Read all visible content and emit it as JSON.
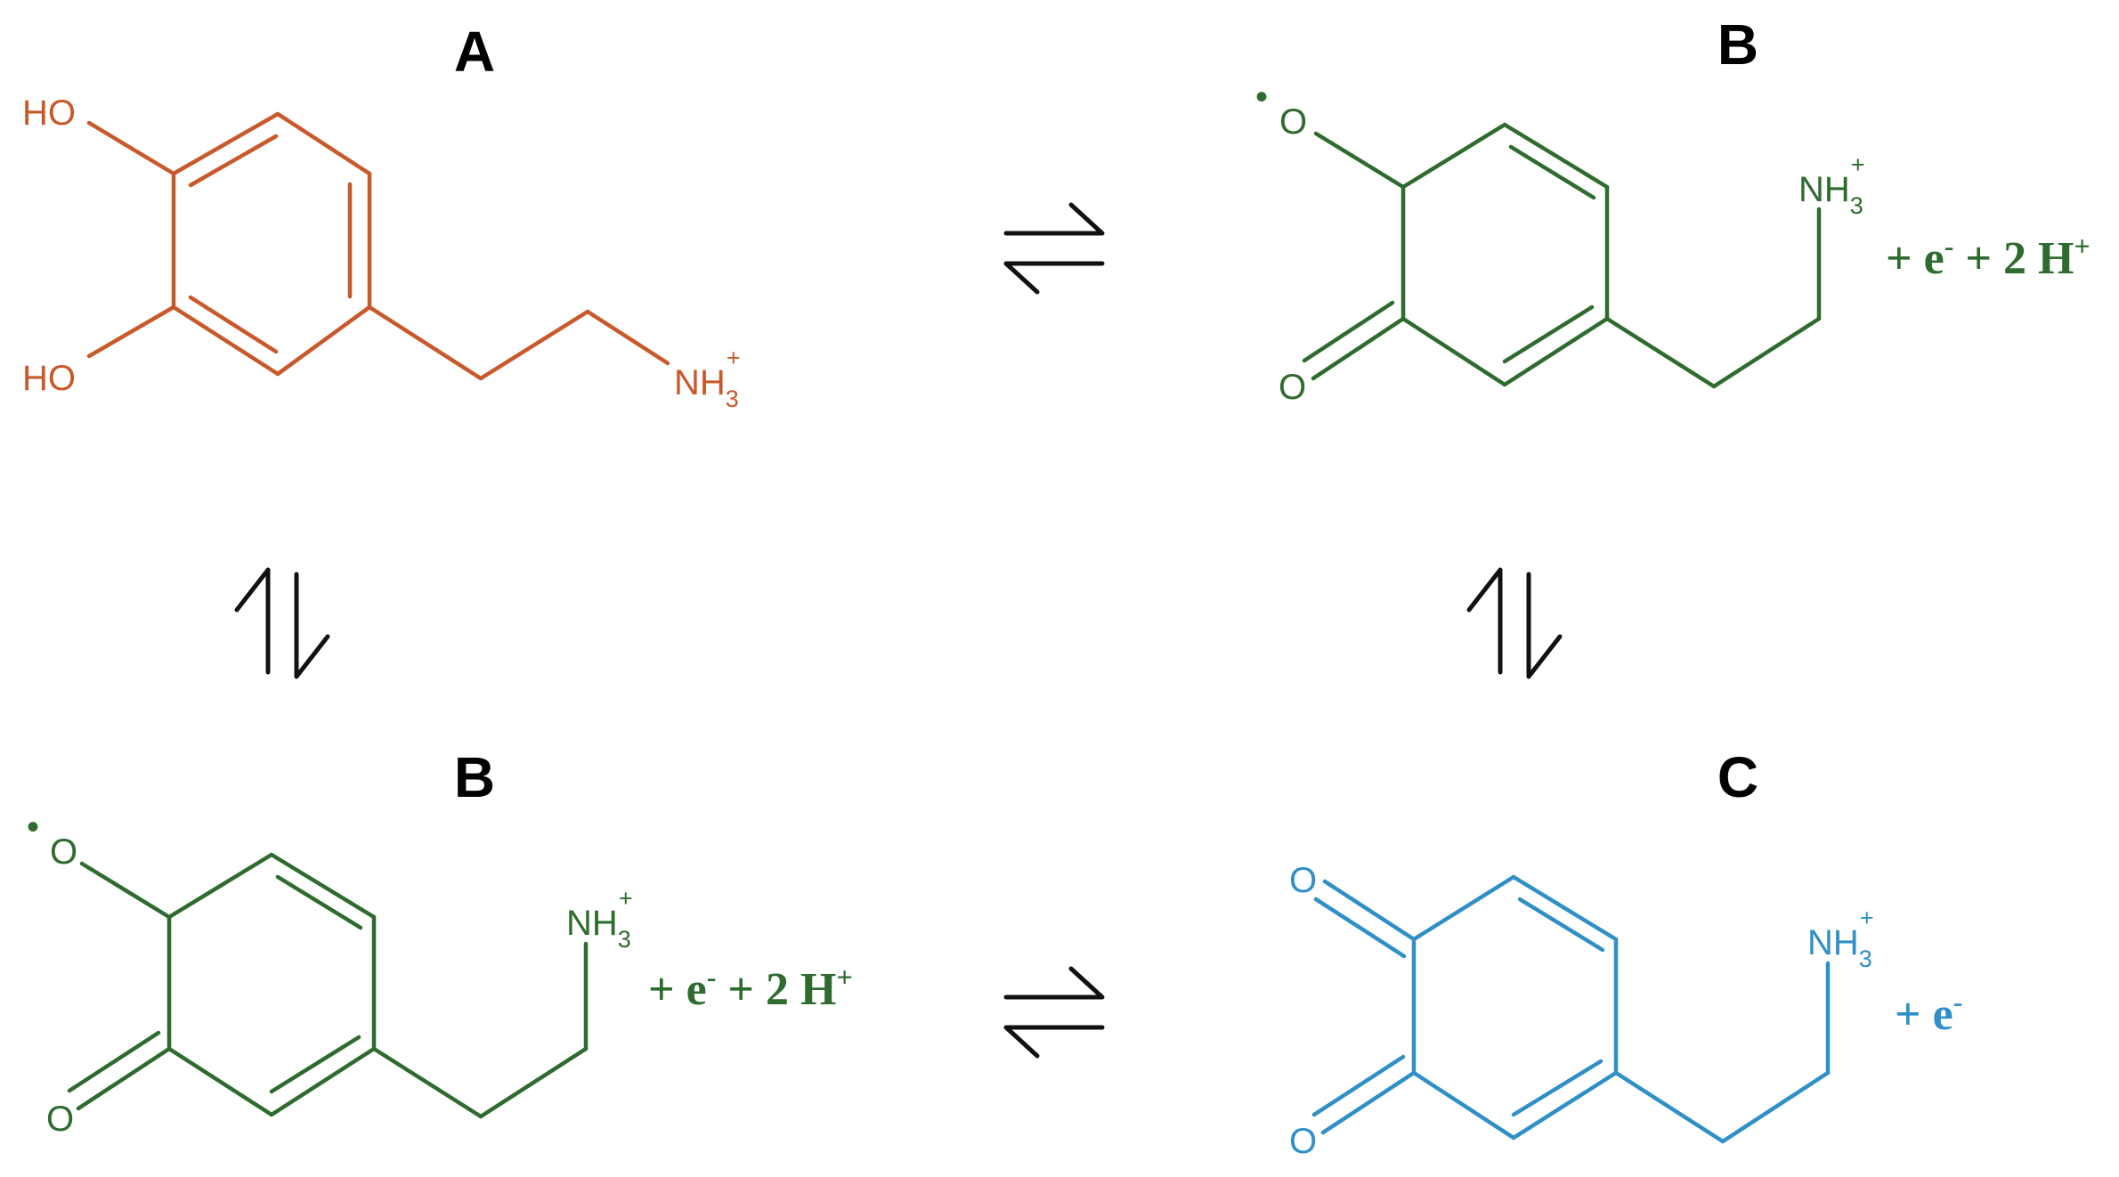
{
  "colors": {
    "A": "#c8592a",
    "B": "#2f6b2f",
    "C": "#2f8fc6",
    "arrow": "#111111"
  },
  "labels": {
    "A": "A",
    "B_top": "B",
    "B_bottom": "B",
    "C": "C"
  },
  "molecule_A": {
    "ho_upper": "HO",
    "ho_lower": "HO",
    "nh": "NH",
    "nh_sub": "3",
    "nh_sup": "+"
  },
  "molecule_B_top": {
    "radical_dot": "•",
    "o_radical": "O",
    "o_keto": "O",
    "nh": "NH",
    "nh_sub": "3",
    "nh_sup": "+",
    "extra_plus1": "+ e",
    "extra_e_sup": "-",
    "extra_plus2": " + 2 H",
    "extra_h_sup": "+"
  },
  "molecule_B_bottom": {
    "radical_dot": "•",
    "o_radical": "O",
    "o_keto": "O",
    "nh": "NH",
    "nh_sub": "3",
    "nh_sup": "+",
    "extra_plus1": "+ e",
    "extra_e_sup": "-",
    "extra_plus2": " + 2 H",
    "extra_h_sup": "+"
  },
  "molecule_C": {
    "o_upper": "O",
    "o_lower": "O",
    "nh": "NH",
    "nh_sub": "3",
    "nh_sup": "+",
    "extra_plus1": "+ e",
    "extra_e_sup": "-"
  }
}
